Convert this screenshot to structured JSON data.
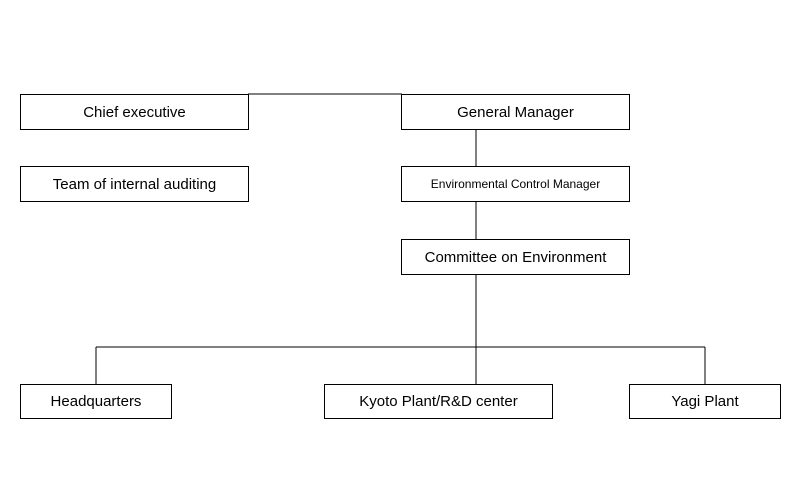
{
  "diagram": {
    "nodes": {
      "chief_executive": "Chief executive",
      "general_manager": "General Manager",
      "internal_auditing": "Team of internal auditing",
      "environmental_control_manager": "Environmental Control Manager",
      "committee_on_environment": "Committee on Environment",
      "headquarters": "Headquarters",
      "kyoto_plant": "Kyoto Plant/R&D center",
      "yagi_plant": "Yagi Plant"
    },
    "line_color": "#000000",
    "box_border_color": "#000000",
    "background_color": "#ffffff"
  }
}
